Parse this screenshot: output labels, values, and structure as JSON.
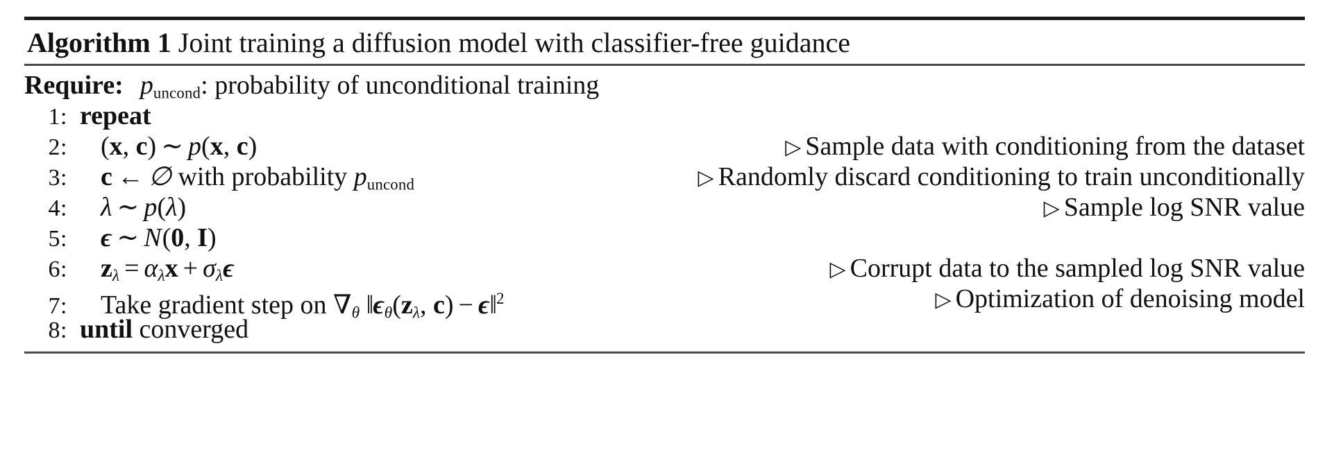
{
  "algorithm": {
    "label": "Algorithm 1",
    "title": "Joint training a diffusion model with classifier-free guidance",
    "require": {
      "label": "Require:",
      "symbol": "p",
      "subscript": "uncond",
      "text": ": probability of unconditional training"
    },
    "lines": [
      {
        "number": "1:",
        "indent": false,
        "keyword": "repeat",
        "rest": "",
        "comment": ""
      },
      {
        "number": "2:",
        "indent": true,
        "keyword": "",
        "math": "(x, c) ~ p(x, c)",
        "comment": "Sample data with conditioning from the dataset"
      },
      {
        "number": "3:",
        "indent": true,
        "keyword": "",
        "math": "c <- ∅ with probability p_uncond",
        "comment": "Randomly discard conditioning to train unconditionally"
      },
      {
        "number": "4:",
        "indent": true,
        "keyword": "",
        "math": "λ ~ p(λ)",
        "comment": "Sample log SNR value"
      },
      {
        "number": "5:",
        "indent": true,
        "keyword": "",
        "math": "ϵ ~ N(0, I)",
        "comment": ""
      },
      {
        "number": "6:",
        "indent": true,
        "keyword": "",
        "math": "z_λ = α_λ x + σ_λ ϵ",
        "comment": "Corrupt data to the sampled log SNR value"
      },
      {
        "number": "7:",
        "indent": true,
        "keyword": "",
        "math": "Take gradient step on ∇_θ ‖ϵ_θ(z_λ, c) − ϵ‖²",
        "comment": "Optimization of denoising model"
      },
      {
        "number": "8:",
        "indent": false,
        "keyword": "until",
        "rest": "converged",
        "comment": ""
      }
    ],
    "symbols": {
      "comment_marker": "▷",
      "tilde": "∼",
      "leftarrow": "←",
      "emptyset": "∅",
      "nabla": "∇",
      "equals": "=",
      "plus": "+",
      "minus": "−",
      "lambda": "λ",
      "alpha": "α",
      "sigma": "σ",
      "theta": "θ",
      "epsilon": "ϵ",
      "cal_n": "N",
      "norm_bar": "‖",
      "p": "p",
      "x": "x",
      "c": "c",
      "z": "z",
      "zero": "0",
      "identity": "I",
      "square": "2",
      "uncond": "uncond",
      "comma": ",",
      "lparen": "(",
      "rparen": ")",
      "colon": ":",
      "take_grad_text": "Take gradient step on",
      "with_prob_text": "with probability"
    },
    "colors": {
      "text": "#111111",
      "rule_thick": "#1a1a1a",
      "rule_thin": "#4a4a4a",
      "background": "#ffffff"
    }
  }
}
